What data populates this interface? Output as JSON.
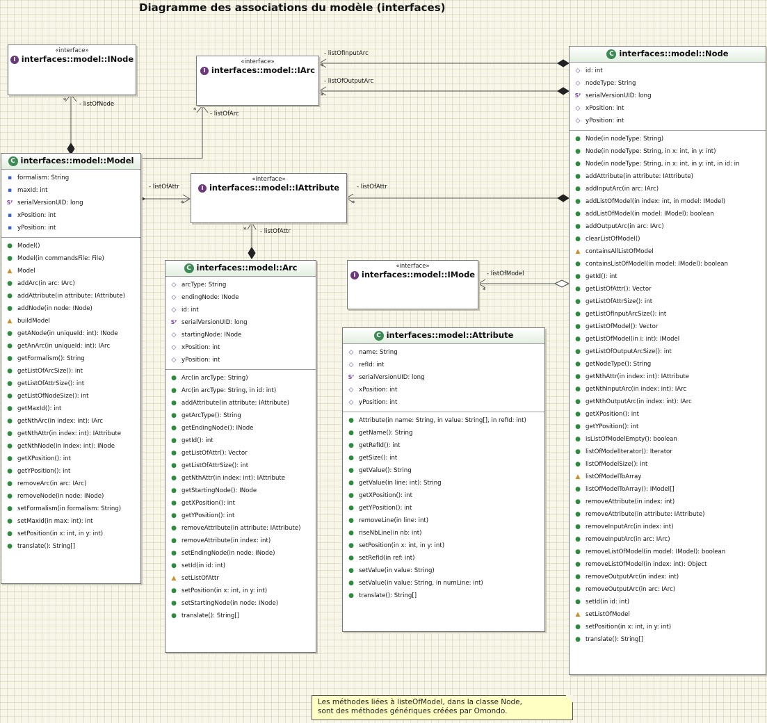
{
  "title": "Diagramme des associations du modèle (interfaces)",
  "stereotype": "«interface»",
  "interfaces": {
    "inode": {
      "name": "interfaces::model::INode"
    },
    "iarc": {
      "name": "interfaces::model::IArc"
    },
    "iattribute": {
      "name": "interfaces::model::IAttribute"
    },
    "imode": {
      "name": "interfaces::model::IMode"
    }
  },
  "classes": {
    "model": {
      "name": "interfaces::model::Model",
      "attributes": [
        {
          "text": "formalism: String",
          "icon": "private-field-icon"
        },
        {
          "text": "maxId: int",
          "icon": "private-field-icon"
        },
        {
          "text": "serialVersionUID: long",
          "icon": "static-final-field-icon"
        },
        {
          "text": "xPosition: int",
          "icon": "private-field-icon"
        },
        {
          "text": "yPosition: int",
          "icon": "private-field-icon"
        }
      ],
      "operations": [
        {
          "text": "Model()",
          "icon": "constructor-icon"
        },
        {
          "text": "Model(in commandsFile: File)",
          "icon": "constructor-icon"
        },
        {
          "text": "Model",
          "icon": "protected-method-icon"
        },
        {
          "text": "addArc(in arc: IArc)",
          "icon": "public-method-icon"
        },
        {
          "text": "addAttribute(in attribute: IAttribute)",
          "icon": "public-method-icon"
        },
        {
          "text": "addNode(in node: INode)",
          "icon": "public-method-icon"
        },
        {
          "text": "buildModel",
          "icon": "protected-method-icon"
        },
        {
          "text": "getANode(in uniqueId: int): INode",
          "icon": "public-method-icon"
        },
        {
          "text": "getAnArc(in uniqueId: int): IArc",
          "icon": "public-method-icon"
        },
        {
          "text": "getFormalism(): String",
          "icon": "public-method-icon"
        },
        {
          "text": "getListOfArcSize(): int",
          "icon": "public-method-icon"
        },
        {
          "text": "getListOfAttrSize(): int",
          "icon": "public-method-icon"
        },
        {
          "text": "getListOfNodeSize(): int",
          "icon": "public-method-icon"
        },
        {
          "text": "getMaxId(): int",
          "icon": "public-method-icon"
        },
        {
          "text": "getNthArc(in index: int): IArc",
          "icon": "public-method-icon"
        },
        {
          "text": "getNthAttr(in index: int): IAttribute",
          "icon": "public-method-icon"
        },
        {
          "text": "getNthNode(in index: int): INode",
          "icon": "public-method-icon"
        },
        {
          "text": "getXPosition(): int",
          "icon": "public-method-icon"
        },
        {
          "text": "getYPosition(): int",
          "icon": "public-method-icon"
        },
        {
          "text": "removeArc(in arc: IArc)",
          "icon": "public-method-icon"
        },
        {
          "text": "removeNode(in node: INode)",
          "icon": "public-method-icon"
        },
        {
          "text": "setFormalism(in formalism: String)",
          "icon": "public-method-icon"
        },
        {
          "text": "setMaxId(in max: int): int",
          "icon": "public-method-icon"
        },
        {
          "text": "setPosition(in x: int, in y: int)",
          "icon": "public-method-icon"
        },
        {
          "text": "translate(): String[]",
          "icon": "abstract-method-icon"
        }
      ]
    },
    "arc": {
      "name": "interfaces::model::Arc",
      "attributes": [
        {
          "text": "arcType: String",
          "icon": "protected-field-icon"
        },
        {
          "text": "endingNode: INode",
          "icon": "protected-field-icon"
        },
        {
          "text": "id: int",
          "icon": "protected-field-icon"
        },
        {
          "text": "serialVersionUID: long",
          "icon": "static-final-field-icon"
        },
        {
          "text": "startingNode: INode",
          "icon": "protected-field-icon"
        },
        {
          "text": "xPosition: int",
          "icon": "protected-field-icon"
        },
        {
          "text": "yPosition: int",
          "icon": "protected-field-icon"
        }
      ],
      "operations": [
        {
          "text": "Arc(in arcType: String)",
          "icon": "constructor-icon"
        },
        {
          "text": "Arc(in arcType: String, in id: int)",
          "icon": "constructor-icon"
        },
        {
          "text": "addAttribute(in attribute: IAttribute)",
          "icon": "public-method-icon"
        },
        {
          "text": "getArcType(): String",
          "icon": "public-method-icon"
        },
        {
          "text": "getEndingNode(): INode",
          "icon": "public-method-icon"
        },
        {
          "text": "getId(): int",
          "icon": "public-method-icon"
        },
        {
          "text": "getListOfAttr(): Vector",
          "icon": "public-method-icon"
        },
        {
          "text": "getListOfAttrSize(): int",
          "icon": "public-method-icon"
        },
        {
          "text": "getNthAttr(in index: int): IAttribute",
          "icon": "public-method-icon"
        },
        {
          "text": "getStartingNode(): INode",
          "icon": "public-method-icon"
        },
        {
          "text": "getXPosition(): int",
          "icon": "public-method-icon"
        },
        {
          "text": "getYPosition(): int",
          "icon": "public-method-icon"
        },
        {
          "text": "removeAttribute(in attribute: IAttribute)",
          "icon": "public-method-icon"
        },
        {
          "text": "removeAttribute(in index: int)",
          "icon": "public-method-icon"
        },
        {
          "text": "setEndingNode(in node: INode)",
          "icon": "public-method-icon"
        },
        {
          "text": "setId(in id: int)",
          "icon": "public-method-icon"
        },
        {
          "text": "setListOfAttr",
          "icon": "protected-method-icon"
        },
        {
          "text": "setPosition(in x: int, in y: int)",
          "icon": "public-method-icon"
        },
        {
          "text": "setStartingNode(in node: INode)",
          "icon": "public-method-icon"
        },
        {
          "text": "translate(): String[]",
          "icon": "abstract-method-icon"
        }
      ]
    },
    "attribute": {
      "name": "interfaces::model::Attribute",
      "attributes": [
        {
          "text": "name: String",
          "icon": "protected-field-icon"
        },
        {
          "text": "refId: int",
          "icon": "protected-field-icon"
        },
        {
          "text": "serialVersionUID: long",
          "icon": "static-final-field-icon"
        },
        {
          "text": "xPosition: int",
          "icon": "protected-field-icon"
        },
        {
          "text": "yPosition: int",
          "icon": "protected-field-icon"
        }
      ],
      "operations": [
        {
          "text": "Attribute(in name: String, in value: String[], in refId: int)",
          "icon": "constructor-icon"
        },
        {
          "text": "getName(): String",
          "icon": "public-method-icon"
        },
        {
          "text": "getRefId(): int",
          "icon": "public-method-icon"
        },
        {
          "text": "getSize(): int",
          "icon": "public-method-icon"
        },
        {
          "text": "getValue(): String",
          "icon": "public-method-icon"
        },
        {
          "text": "getValue(in line: int): String",
          "icon": "public-method-icon"
        },
        {
          "text": "getXPosition(): int",
          "icon": "public-method-icon"
        },
        {
          "text": "getYPosition(): int",
          "icon": "public-method-icon"
        },
        {
          "text": "removeLine(in line: int)",
          "icon": "public-method-icon"
        },
        {
          "text": "riseNbLine(in nb: int)",
          "icon": "public-method-icon"
        },
        {
          "text": "setPosition(in x: int, in y: int)",
          "icon": "public-method-icon"
        },
        {
          "text": "setRefId(in ref: int)",
          "icon": "public-method-icon"
        },
        {
          "text": "setValue(in value: String)",
          "icon": "public-method-icon"
        },
        {
          "text": "setValue(in value: String, in numLine: int)",
          "icon": "public-method-icon"
        },
        {
          "text": "translate(): String[]",
          "icon": "abstract-method-icon"
        }
      ]
    },
    "node": {
      "name": "interfaces::model::Node",
      "attributes": [
        {
          "text": "id: int",
          "icon": "protected-field-icon"
        },
        {
          "text": "nodeType: String",
          "icon": "protected-field-icon"
        },
        {
          "text": "serialVersionUID: long",
          "icon": "static-final-field-icon"
        },
        {
          "text": "xPosition: int",
          "icon": "protected-field-icon"
        },
        {
          "text": "yPosition: int",
          "icon": "protected-field-icon"
        }
      ],
      "operations": [
        {
          "text": "Node(in nodeType: String)",
          "icon": "constructor-icon"
        },
        {
          "text": "Node(in nodeType: String, in x: int, in y: int)",
          "icon": "constructor-icon"
        },
        {
          "text": "Node(in nodeType: String, in x: int, in y: int, in id: in",
          "icon": "constructor-icon"
        },
        {
          "text": "addAttribute(in attribute: IAttribute)",
          "icon": "public-method-icon"
        },
        {
          "text": "addInputArc(in arc: IArc)",
          "icon": "public-method-icon"
        },
        {
          "text": "addListOfModel(in index: int, in model: IModel)",
          "icon": "public-method-icon"
        },
        {
          "text": "addListOfModel(in model: IModel): boolean",
          "icon": "public-method-icon"
        },
        {
          "text": "addOutputArc(in arc: IArc)",
          "icon": "public-method-icon"
        },
        {
          "text": "clearListOfModel()",
          "icon": "public-method-icon"
        },
        {
          "text": "containsAllListOfModel",
          "icon": "protected-method-icon"
        },
        {
          "text": "containsListOfModel(in model: IModel): boolean",
          "icon": "public-method-icon"
        },
        {
          "text": "getId(): int",
          "icon": "public-method-icon"
        },
        {
          "text": "getListOfAttr(): Vector",
          "icon": "public-method-icon"
        },
        {
          "text": "getListOfAttrSize(): int",
          "icon": "public-method-icon"
        },
        {
          "text": "getListOfInputArcSize(): int",
          "icon": "public-method-icon"
        },
        {
          "text": "getListOfModel(): Vector",
          "icon": "public-method-icon"
        },
        {
          "text": "getListOfModel(in i: int): IModel",
          "icon": "public-method-icon"
        },
        {
          "text": "getListOfOutputArcSize(): int",
          "icon": "public-method-icon"
        },
        {
          "text": "getNodeType(): String",
          "icon": "public-method-icon"
        },
        {
          "text": "getNthAttr(in index: int): IAttribute",
          "icon": "public-method-icon"
        },
        {
          "text": "getNthInputArc(in index: int): IArc",
          "icon": "public-method-icon"
        },
        {
          "text": "getNthOutputArc(in index: int): IArc",
          "icon": "public-method-icon"
        },
        {
          "text": "getXPosition(): int",
          "icon": "public-method-icon"
        },
        {
          "text": "getYPosition(): int",
          "icon": "public-method-icon"
        },
        {
          "text": "isListOfModelEmpty(): boolean",
          "icon": "public-method-icon"
        },
        {
          "text": "listOfModelIterator(): Iterator",
          "icon": "public-method-icon"
        },
        {
          "text": "listOfModelSize(): int",
          "icon": "public-method-icon"
        },
        {
          "text": "listOfModelToArray",
          "icon": "protected-method-icon"
        },
        {
          "text": "listOfModelToArray(): IModel[]",
          "icon": "public-method-icon"
        },
        {
          "text": "removeAttribute(in index: int)",
          "icon": "public-method-icon"
        },
        {
          "text": "removeAttribute(in attribute: IAttribute)",
          "icon": "public-method-icon"
        },
        {
          "text": "removeInputArc(in index: int)",
          "icon": "public-method-icon"
        },
        {
          "text": "removeInputArc(in arc: IArc)",
          "icon": "public-method-icon"
        },
        {
          "text": "removeListOfModel(in model: IModel): boolean",
          "icon": "public-method-icon"
        },
        {
          "text": "removeListOfModel(in index: int): Object",
          "icon": "public-method-icon"
        },
        {
          "text": "removeOutputArc(in index: int)",
          "icon": "public-method-icon"
        },
        {
          "text": "removeOutputArc(in arc: IArc)",
          "icon": "public-method-icon"
        },
        {
          "text": "setId(in id: int)",
          "icon": "public-method-icon"
        },
        {
          "text": "setListOfModel",
          "icon": "protected-method-icon"
        },
        {
          "text": "setPosition(in x: int, in y: int)",
          "icon": "public-method-icon"
        },
        {
          "text": "translate(): String[]",
          "icon": "abstract-method-icon"
        }
      ]
    }
  },
  "associations": {
    "list_of_input_arc": "- listOfInputArc",
    "list_of_output_arc": "- listOfOutputArc",
    "list_of_node": "- listOfNode",
    "list_of_arc": "- listOfArc",
    "list_of_attr_model": "- listOfAttr",
    "list_of_attr_node": "- listOfAttr",
    "list_of_attr_arc": "- listOfAttr",
    "list_of_model": "- listOfModel",
    "multiplicity": "*"
  },
  "note": {
    "line1": "Les méthodes liées à listeOfModel, dans la classe Node,",
    "line2": " sont des méthodes génériques créées par Omondo."
  }
}
